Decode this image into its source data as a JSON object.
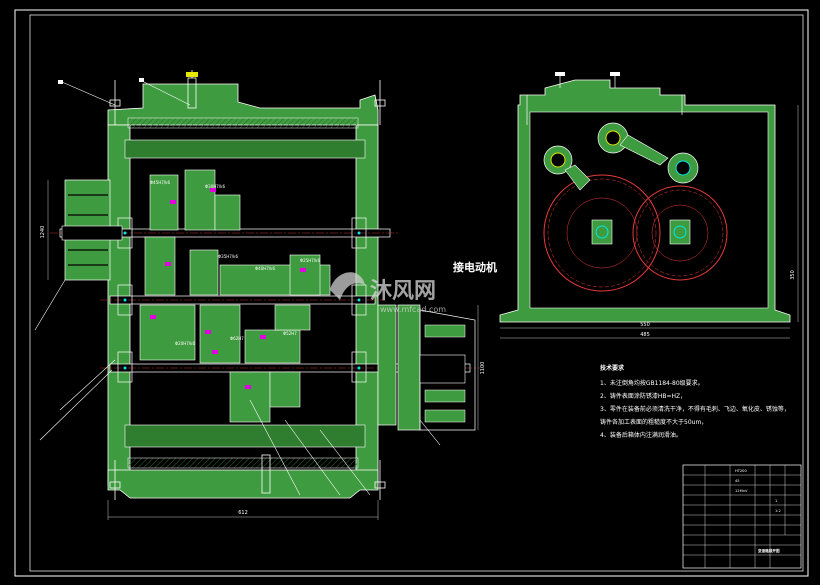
{
  "drawing": {
    "motor_label": "接电动机",
    "watermark_text": "沐风网",
    "watermark_url": "www.mfcad.com",
    "dimensions": {
      "left_bottom_width": "612",
      "right_width_1": "550",
      "right_width_2": "485",
      "right_height": "350",
      "left_height": "1240",
      "lower_height": "1100"
    },
    "part_labels": [
      "Φ45H7/k6",
      "Φ30H7/k6",
      "Φ35H7/k6",
      "Φ40H7/k6",
      "Φ25H7/k6",
      "Φ20H7/k6",
      "Φ62H7",
      "Φ52H7"
    ],
    "technical_requirements": {
      "title": "技术要求",
      "items": [
        "1、未注倒角均按GB1184-80级要求。",
        "2、铸件表面涂防锈漆HB=HZ，",
        "3、零件在装备前必须清洗干净，不得有毛刺、飞边、氧化皮、锈蚀等，",
        "铸件各加工表面的粗糙度不大于50um，",
        "4、装备后箱体内注满润滑油。"
      ]
    },
    "title_block": {
      "title": "变速箱展开图",
      "rows": [
        "HT200",
        "45",
        "12MnV",
        "1",
        "1:2"
      ]
    }
  },
  "colors": {
    "background": "#000000",
    "body_green": "#3f9b3f",
    "outline": "#ffffff",
    "dimension": "#c9c9c9",
    "gear_red": "#e63a3a",
    "accent_magenta": "#e000e0",
    "accent_cyan": "#00e8e8",
    "accent_yellow": "#e6e600"
  }
}
